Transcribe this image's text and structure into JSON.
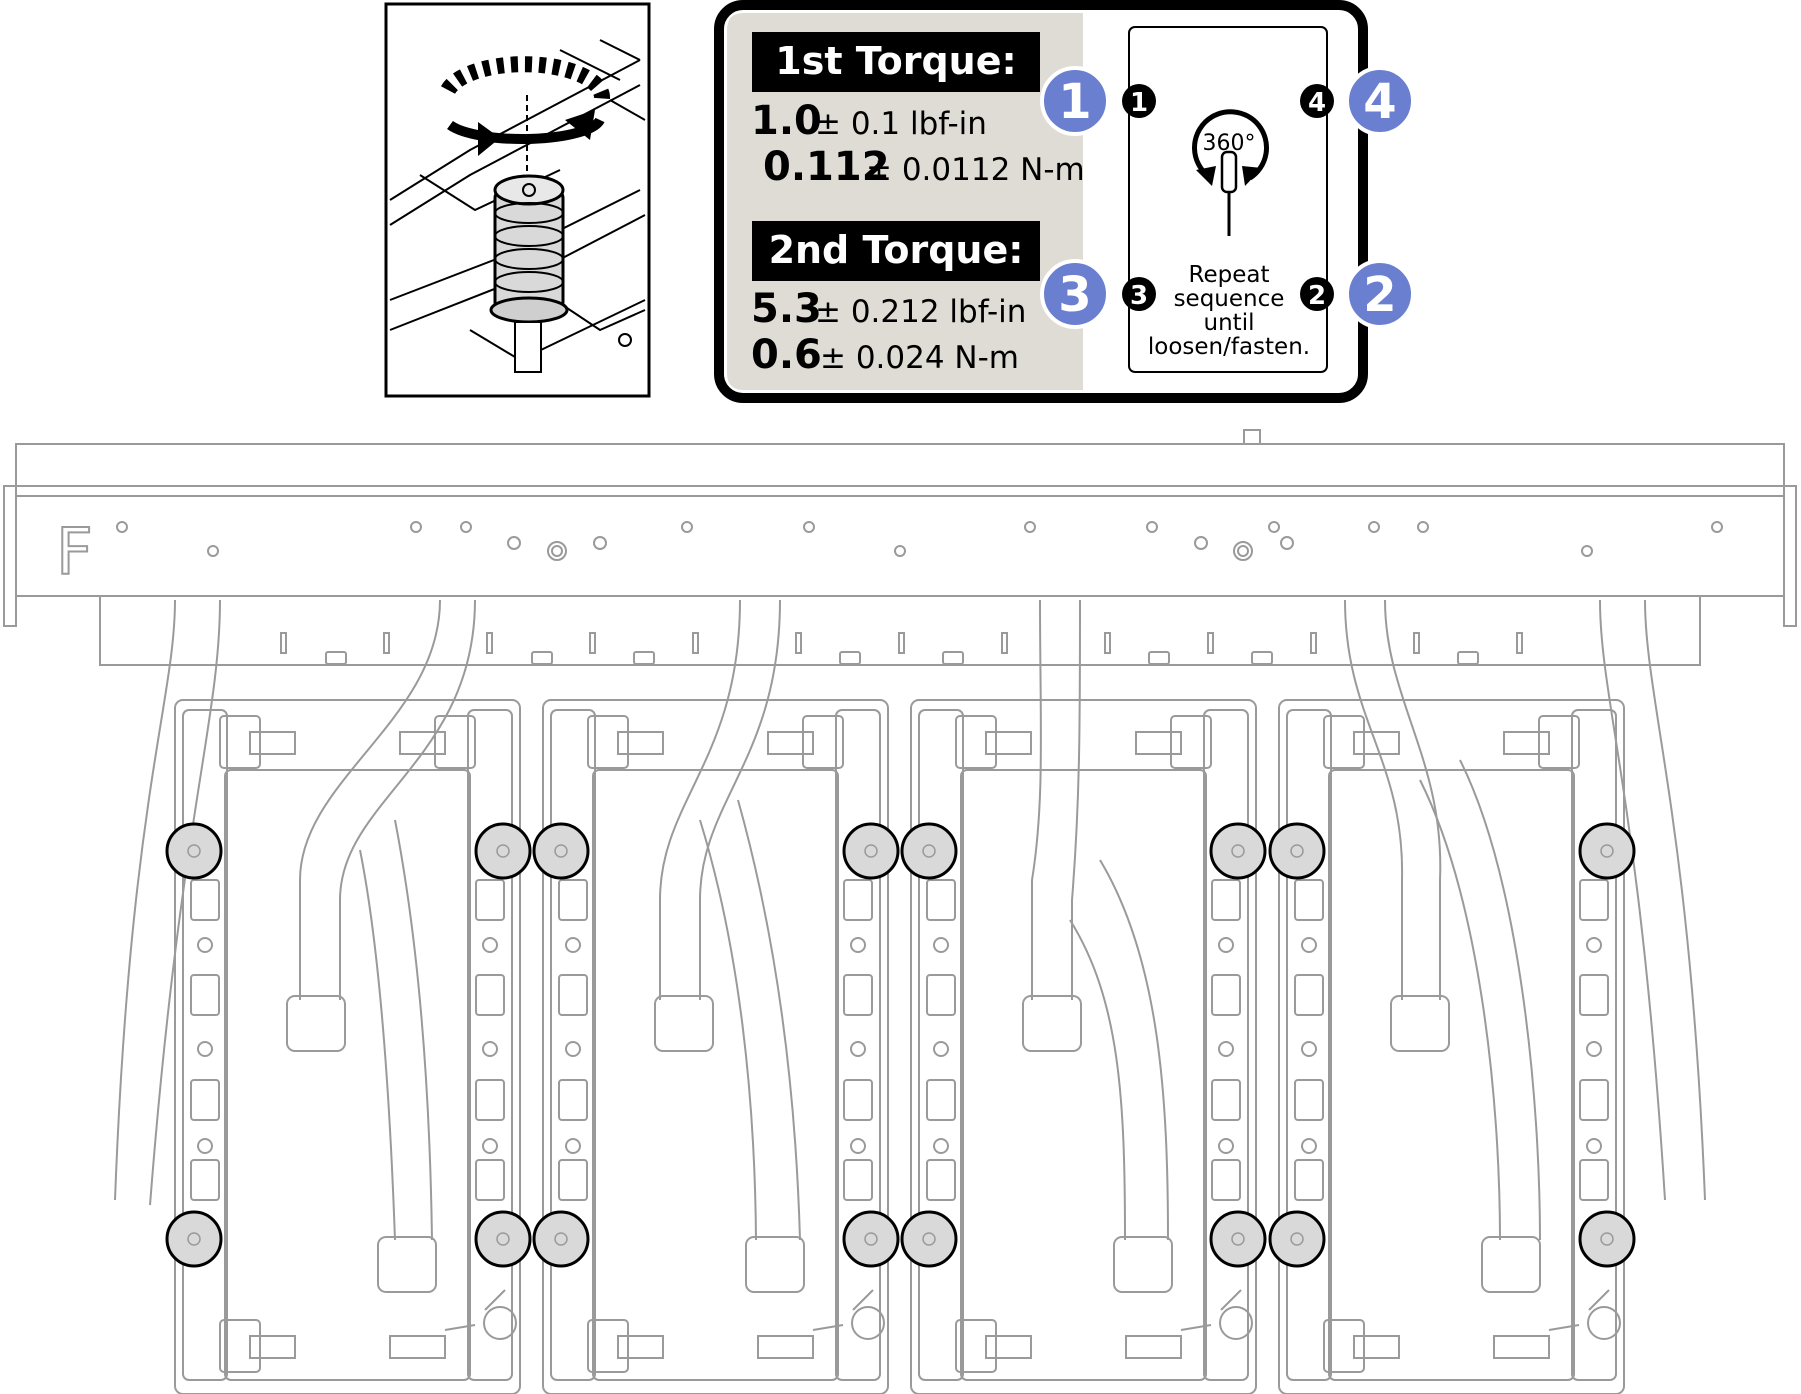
{
  "colors": {
    "accent_circle": "#6b7fd0",
    "panel_bg": "#dedcd4",
    "line": "#9a9a9a",
    "ink": "#000000",
    "screw_fill": "#d9d9d9"
  },
  "torque_card": {
    "first": {
      "heading": "1st Torque:",
      "line1_main": "1.0",
      "line1_rest": "± 0.1  lbf-in",
      "line2_main": "0.112",
      "line2_rest": "± 0.0112  N-m",
      "badge": "1"
    },
    "second": {
      "heading": "2nd Torque:",
      "line1_main": "5.3",
      "line1_rest": "± 0.212  lbf-in",
      "line2_main": "0.6",
      "line2_rest": "± 0.024  N-m",
      "badge": "3"
    },
    "sequence": {
      "n1": "1",
      "n2": "2",
      "n3": "3",
      "n4": "4",
      "badge_right_top": "4",
      "badge_right_bottom": "2",
      "rotation": "360°",
      "note_line1": "Repeat",
      "note_line2": "sequence",
      "note_line3": "until",
      "note_line4": "loosen/fasten."
    }
  },
  "chassis": {
    "front_marker": "F"
  },
  "icons": {
    "rotation": "rotation-arrow-icon",
    "screwdriver": "screwdriver-icon",
    "screw": "torx-screw-icon"
  }
}
